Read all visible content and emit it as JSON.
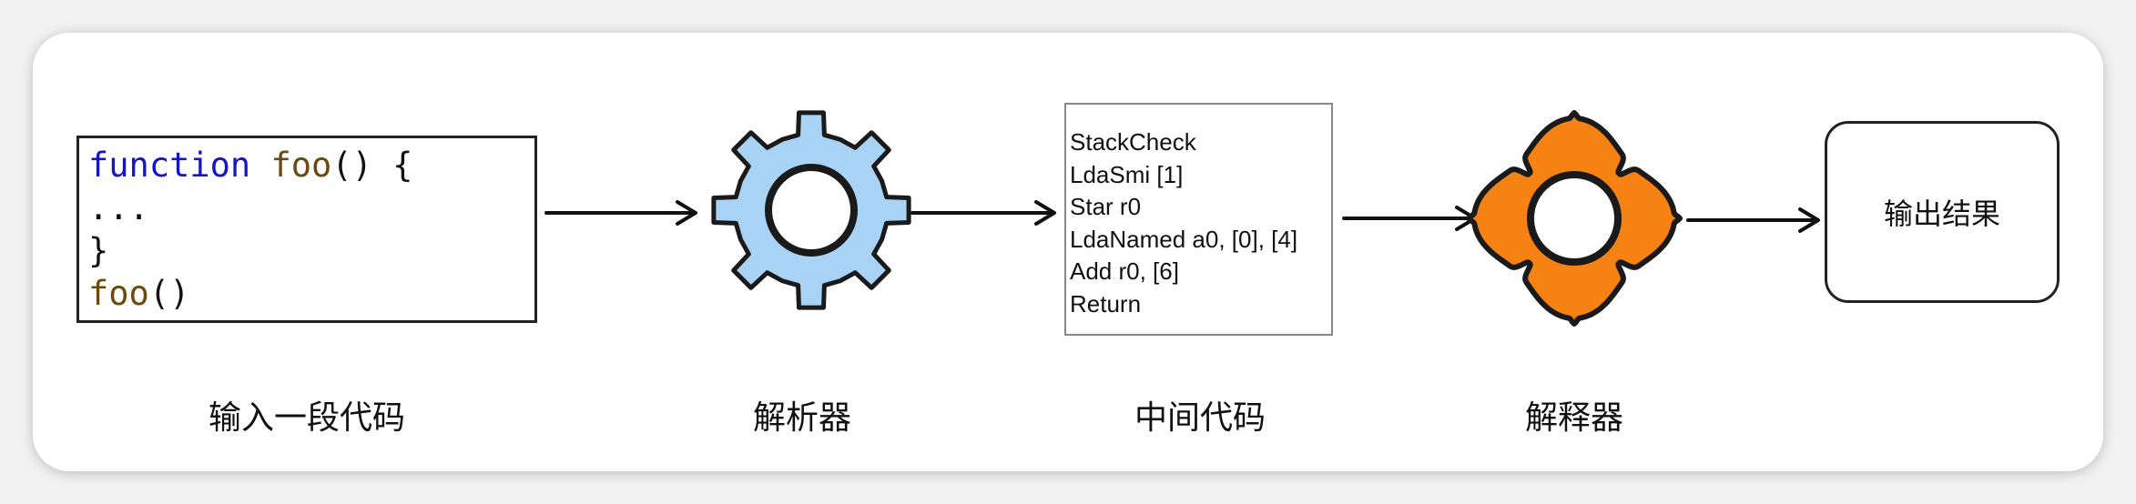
{
  "source_code": {
    "line1": {
      "keyword": "function",
      "name": "foo",
      "rest": "() {"
    },
    "line2": "...",
    "line3": "}",
    "line4": {
      "name": "foo",
      "rest": "()"
    }
  },
  "bytecode": [
    "StackCheck",
    "LdaSmi [1]",
    "Star r0",
    "LdaNamed a0, [0], [4]",
    "Add r0, [6]",
    "Return"
  ],
  "output_label": "输出结果",
  "labels": {
    "input": "输入一段代码",
    "parser": "解析器",
    "intermediate": "中间代码",
    "interpreter": "解释器"
  },
  "icons": {
    "parser": "gear-icon",
    "interpreter": "flower-gear-icon"
  },
  "colors": {
    "parser_fill": "#a9d3f5",
    "interpreter_fill": "#f58213",
    "keyword": "#1414c8",
    "function_name": "#6b4a12"
  }
}
